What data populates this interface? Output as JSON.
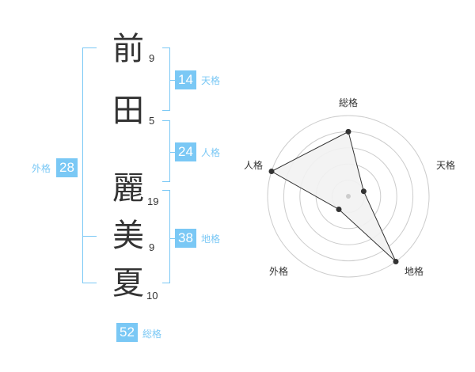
{
  "name": {
    "characters": [
      {
        "char": "前",
        "strokes": "9"
      },
      {
        "char": "田",
        "strokes": "5"
      },
      {
        "char": "麗",
        "strokes": "19"
      },
      {
        "char": "美",
        "strokes": "9"
      },
      {
        "char": "夏",
        "strokes": "10"
      }
    ]
  },
  "fortune": {
    "tenkaku": {
      "value": "14",
      "label": "天格"
    },
    "jinkaku": {
      "value": "24",
      "label": "人格"
    },
    "chikaku": {
      "value": "38",
      "label": "地格"
    },
    "gaikaku": {
      "value": "28",
      "label": "外格"
    },
    "soukaku": {
      "value": "52",
      "label": "総格"
    }
  },
  "colors": {
    "accent": "#7ac8f5",
    "text": "#333333",
    "grid": "#cccccc",
    "fill": "#f2f2f2"
  },
  "chart_data": {
    "type": "radar",
    "axes": [
      "総格",
      "天格",
      "地格",
      "外格",
      "人格"
    ],
    "values": [
      4,
      1,
      5,
      1,
      5
    ],
    "max": 5,
    "rings": 5
  }
}
